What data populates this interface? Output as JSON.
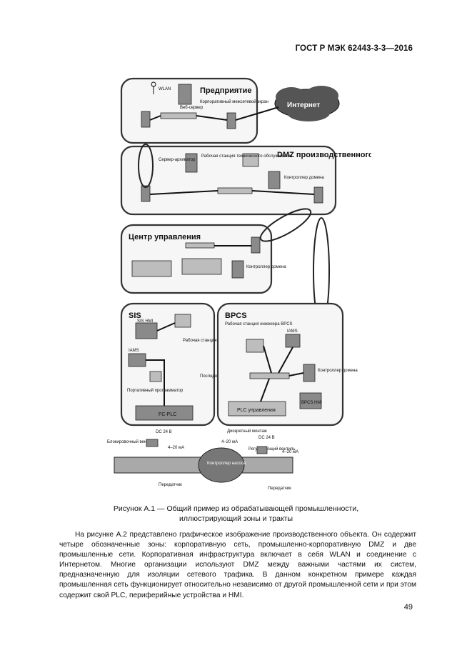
{
  "header": {
    "standard": "ГОСТ Р МЭК 62443-3-3—2016"
  },
  "figure": {
    "zones": {
      "enterprise": "Предприятие",
      "dmz": "DMZ производственного объекта",
      "control_center": "Центр управления",
      "sis": "SIS",
      "bpcs": "BPCS"
    },
    "labels": {
      "wlan": "WLAN",
      "corporate_firewall": "Корпоративный межсетевой экран",
      "web_server": "Веб-сервер",
      "internet": "Интернет",
      "archive_server": "Сервер-архиватор",
      "maintenance_workstation": "Рабочая станция технического обслуживания",
      "domain_controller_dmz": "Контроллер домена",
      "domain_controller_cc": "Контроллер домена",
      "sis_hmi": "SIS HMI",
      "sis_engineer_ws": "Рабочая станция инженера SIS",
      "iams_sis": "IAMS",
      "portable_programmer": "Портативный программатор",
      "serial_or_internet": "Последовательный или Интернет",
      "fc_plc": "FC-PLC",
      "bpcs_engineer_ws": "Рабочая станция инженера BPCS",
      "iams_bpcs": "IAMS",
      "domain_controller_bpcs": "Контроллер домена",
      "bpcs_hmi": "BPCS HMI",
      "plc_control": "PLC управления",
      "discrete_mount": "Дискретный монтаж",
      "dc24_left": "DC 24 В",
      "dc24_right": "DC 24 В",
      "ma_left": "4–20 мА",
      "ma_mid": "4–20 мА",
      "ma_right": "4–20 мА",
      "shutoff_valve": "Блокировочный вентиль",
      "control_valve": "Регулирующий вентиль",
      "pump_controller": "Контроллер насоса",
      "transmitter_left": "Передатчик",
      "transmitter_right": "Передатчик"
    }
  },
  "caption": {
    "line1": "Рисунок А.1 — Общий пример из обрабатывающей промышленности,",
    "line2": "иллюстрирующий зоны и тракты"
  },
  "body": {
    "paragraph": "На рисунке А.2 представлено графическое изображение производственного объекта. Он содержит четыре обозначенные зоны: корпоративную сеть, промышленно-корпоративную DMZ и две промышленные сети. Корпоративная инфраструктура включает в себя WLAN и соединение с Интернетом. Многие организации используют DMZ между важными частями их систем, предназначенную для изоляции сетевого трафика. В данном конкретном примере каждая промышленная сеть функционирует относительно независимо от другой промышленной сети и при этом содержит свой PLC, периферийные устройства и HMI."
  },
  "page": {
    "number": "49"
  }
}
